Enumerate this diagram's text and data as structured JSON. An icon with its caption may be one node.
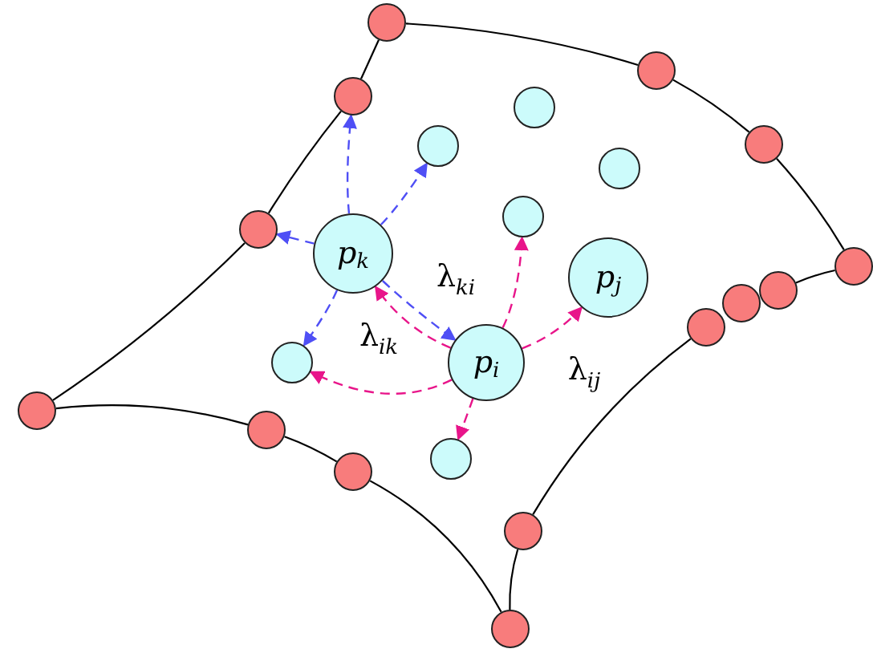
{
  "diagram": {
    "nodes": [
      {
        "text": [],
        "shape": "circle"
      },
      {
        "text": [],
        "shape": "circle"
      },
      {
        "text": [],
        "shape": "circle"
      },
      {
        "text": [],
        "shape": "circle"
      },
      {
        "text": [],
        "shape": "circle"
      },
      {
        "text": [],
        "shape": "circle"
      },
      {
        "text": [],
        "shape": "circle"
      },
      {
        "text": [],
        "shape": "circle"
      },
      {
        "text": [],
        "shape": "circle"
      },
      {
        "text": [
          "p$_{k}$"
        ]
      },
      {
        "text": [],
        "shape": "circle"
      },
      {
        "text": [
          "p$_{j}$"
        ]
      },
      {
        "text": [],
        "shape": "circle"
      },
      {
        "text": [],
        "shape": "circle"
      },
      {
        "text": [],
        "shape": "circle"
      },
      {
        "text": [
          "p$_{i}$"
        ]
      },
      {
        "text": [],
        "shape": "circle"
      },
      {
        "text": [],
        "shape": "circle"
      },
      {
        "text": [],
        "shape": "circle"
      },
      {
        "text": [],
        "shape": "circle"
      },
      {
        "text": [],
        "shape": "circle"
      },
      {
        "text": [],
        "shape": "circle"
      },
      {
        "text": [],
        "shape": "circle"
      }
    ],
    "edges": [
      {
        "from": 0,
        "to": 2,
        "arrow": "none"
      },
      {
        "from": 2,
        "to": 8,
        "arrow": "none"
      },
      {
        "from": 8,
        "to": 17,
        "arrow": "none"
      },
      {
        "from": 0,
        "to": 1,
        "arrow": "none"
      },
      {
        "from": 1,
        "to": 4,
        "arrow": "none"
      },
      {
        "from": 4,
        "to": 10,
        "arrow": "none"
      },
      {
        "from": 17,
        "to": 18,
        "arrow": "none"
      },
      {
        "from": 18,
        "to": 20,
        "arrow": "none"
      },
      {
        "from": 20,
        "to": 22,
        "arrow": "none"
      },
      {
        "from": 10,
        "to": 12,
        "arrow": "none"
      },
      {
        "from": 14,
        "to": 21,
        "arrow": "none"
      },
      {
        "from": 21,
        "to": 22,
        "arrow": "none"
      },
      {
        "from": 9,
        "to": 2,
        "arrow": "to",
        "style": "dashed",
        "color": "#4f4ff5"
      },
      {
        "from": 9,
        "to": 5,
        "arrow": "to",
        "style": "dashed",
        "color": "#4f4ff5"
      },
      {
        "from": 9,
        "to": 8,
        "arrow": "to",
        "style": "dashed",
        "color": "#4f4ff5"
      },
      {
        "from": 9,
        "to": 15,
        "arrow": "to",
        "label": "λ$_{ki}$",
        "style": "dashed",
        "color": "#4f4ff5"
      },
      {
        "from": 9,
        "to": 16,
        "arrow": "to",
        "style": "dashed",
        "color": "#4f4ff5"
      },
      {
        "from": 15,
        "to": 9,
        "arrow": "to",
        "label": "λ$_{ik}$",
        "style": "dashed",
        "color": "#e8158a"
      },
      {
        "from": 15,
        "to": 16,
        "arrow": "to",
        "style": "dashed",
        "color": "#e8158a"
      },
      {
        "from": 15,
        "to": 7,
        "arrow": "to",
        "style": "dashed",
        "color": "#e8158a"
      },
      {
        "from": 15,
        "to": 11,
        "arrow": "to",
        "label": "λ$_{ij}$",
        "style": "dashed",
        "color": "#e8158a"
      },
      {
        "from": 15,
        "to": 19,
        "arrow": "to",
        "style": "dashed",
        "color": "#e8158a"
      }
    ]
  }
}
